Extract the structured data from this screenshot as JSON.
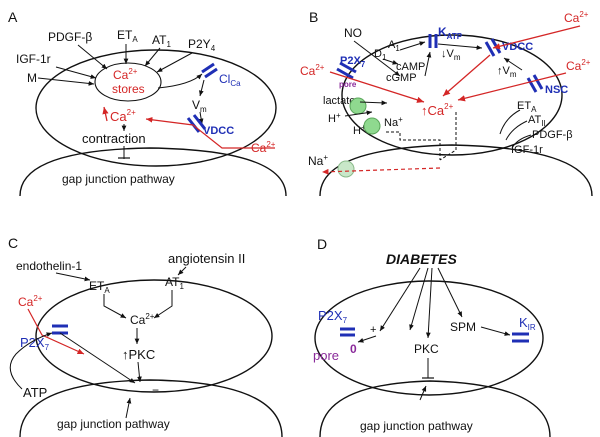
{
  "panels": {
    "a": {
      "letter": "A",
      "labels": {
        "pdgf": "PDGF-β",
        "eta": "ET",
        "eta_sub": "A",
        "at1": "AT",
        "at1_sub": "1",
        "p2y4": "P2Y",
        "p2y4_sub": "4",
        "igf": "IGF-1r",
        "m": "M",
        "stores_ca": "Ca",
        "stores_sup": "2+",
        "stores": "stores",
        "cl": "Cl",
        "cl_sub": "Ca",
        "vm": "V",
        "vm_sub": "m",
        "ca_in": "Ca",
        "ca_in_sup": "2+",
        "vdcc": "VDCC",
        "contraction": "contraction",
        "ca_out": "Ca",
        "ca_out_sup": "2+",
        "gap": "gap junction pathway"
      }
    },
    "b": {
      "letter": "B",
      "labels": {
        "no": "NO",
        "katp": "K",
        "katp_sub": "ATP",
        "vdcc": "VDCC",
        "ca_top": "Ca",
        "ca_top_sup": "2+",
        "ca_left": "Ca",
        "ca_left_sup": "2+",
        "ca_right": "Ca",
        "ca_right_sup": "2+",
        "d1": "D",
        "d1_sub": "1",
        "a1": "A",
        "a1_sub": "1",
        "camp": "cAMP",
        "cgmp": "cGMP",
        "p2x7": "P2X",
        "p2x7_sub": "7",
        "pore": "pore",
        "vm1": "↓V",
        "vm1_sub": "m",
        "vm2": "↑V",
        "vm2_sub": "m",
        "nsc": "NSC",
        "lactate": "lactate",
        "h1": "H",
        "h1_sup": "+",
        "h2": "H",
        "h2_sup": "+",
        "na1": "Na",
        "na1_sup": "+",
        "ca_center": "↑Ca",
        "ca_center_sup": "2+",
        "eta": "ET",
        "eta_sub": "A",
        "atii": "AT",
        "atii_sub": "II",
        "pdgf": "PDGF-β",
        "igf": "IGF-1r",
        "na2": "Na",
        "na2_sup": "+"
      }
    },
    "c": {
      "letter": "C",
      "labels": {
        "endothelin": "endothelin-1",
        "angiotensin": "angiotensin II",
        "eta": "ET",
        "eta_sub": "A",
        "at1": "AT",
        "at1_sub": "1",
        "ca_out": "Ca",
        "ca_out_sup": "2+",
        "ca_in": "Ca",
        "ca_in_sup": "2+",
        "p2x7": "P2X",
        "p2x7_sub": "7",
        "pkc": "↑PKC",
        "atp": "ATP",
        "gap": "gap junction pathway"
      }
    },
    "d": {
      "letter": "D",
      "labels": {
        "diabetes": "DIABETES",
        "p2x7": "P2X",
        "p2x7_sub": "7",
        "spm": "SPM",
        "kir": "K",
        "kir_sub": "IR",
        "pkc": "PKC",
        "pore": "pore",
        "gap": "gap junction pathway"
      }
    }
  },
  "colors": {
    "text": "#111111",
    "calcium": "#d42626",
    "channel": "#1f2fb5",
    "pore": "#8a2a9a",
    "transporter": "#8fd98f"
  }
}
